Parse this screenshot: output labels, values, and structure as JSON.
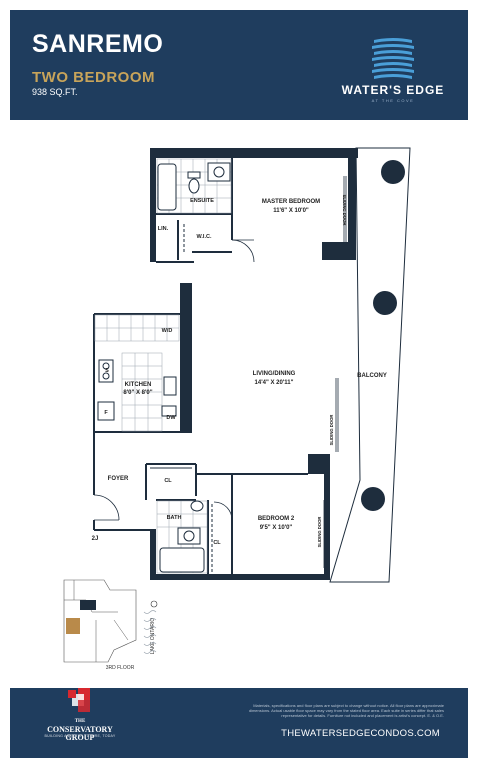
{
  "header": {
    "suite_name": "SANREMO",
    "suite_type": "TWO BEDROOM",
    "area": "938 SQ.FT.",
    "brand": "WATER'S EDGE",
    "brand_tagline": "AT THE COVE"
  },
  "floorplan": {
    "rooms": {
      "ensuite": "ENSUITE",
      "master_bedroom": "MASTER BEDROOM",
      "master_bedroom_dim": "11'6\" X 10'0\"",
      "linen": "LIN.",
      "wic": "W.I.C.",
      "washer_dryer": "W/D",
      "kitchen": "KITCHEN",
      "kitchen_dim": "8'0\" X 8'0\"",
      "fridge": "F",
      "dishwasher": "DW",
      "living_dining": "LIVING/DINING",
      "living_dining_dim": "14'4\" X 20'11\"",
      "balcony": "BALCONY",
      "foyer": "FOYER",
      "closet_foyer": "CL",
      "bath": "BATH",
      "closet_bedroom2": "CL",
      "bedroom2": "BEDROOM 2",
      "bedroom2_dim": "9'5\" X 10'0\"",
      "stove": "S"
    },
    "doors": {
      "sliding_master": "SLIDING DOOR",
      "sliding_living": "SLIDING DOOR",
      "sliding_bedroom2": "SLIDING DOOR"
    },
    "unit_number": "2J"
  },
  "key_plan": {
    "floor_label": "3RD FLOOR",
    "lake_label": "LAKE ONTARIO"
  },
  "footer": {
    "developer_line1": "THE",
    "developer_line2": "CONSERVATORY",
    "developer_line3": "GROUP",
    "developer_tagline": "BUILDING A BETTER FUTURE, TODAY",
    "disclaimer": "Materials, specifications and floor plans are subject to change without notice. All floor plans are approximate dimensions. Actual usable floor space may vary from the stated floor area. Each suite in series differ that sales representative for details. Furniture not included and placement is artist's concept. E. & O.E.",
    "website": "THEWATERSEDGECONDOS.COM"
  },
  "colors": {
    "header_bg": "#1f3d5e",
    "accent_gold": "#c8a45a",
    "wall": "#1e2d3d",
    "developer_red": "#d7282f"
  }
}
